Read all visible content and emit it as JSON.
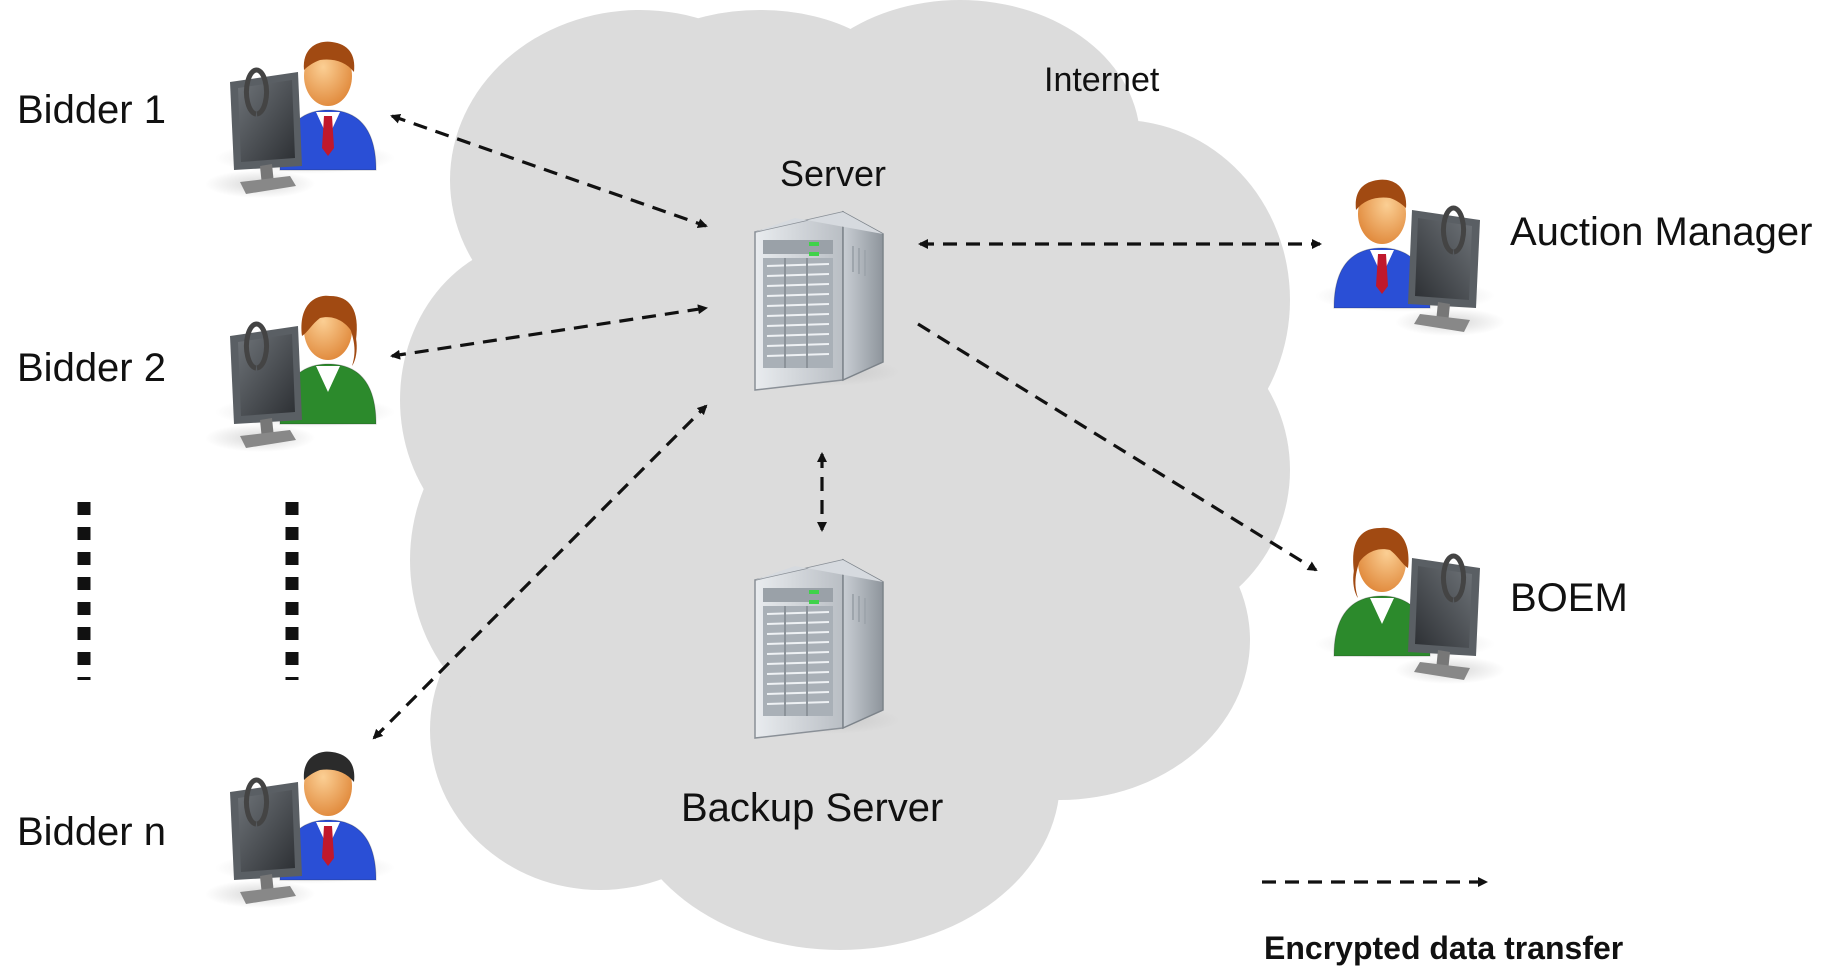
{
  "diagram": {
    "cloud_label": "Internet",
    "server_label": "Server",
    "backup_label": "Backup Server",
    "legend_label": "Encrypted data transfer",
    "bidders": [
      {
        "label": "Bidder 1",
        "icon": "male-user-at-computer-icon"
      },
      {
        "label": "Bidder 2",
        "icon": "female-user-at-computer-icon"
      },
      {
        "label": "Bidder n",
        "icon": "male-user-at-computer-icon"
      }
    ],
    "right_nodes": [
      {
        "label": "Auction Manager",
        "icon": "male-user-at-computer-icon"
      },
      {
        "label": "BOEM",
        "icon": "female-user-at-computer-icon"
      }
    ],
    "colors": {
      "cloud": "#dcdcdc",
      "arrow": "#111111",
      "male_shirt": "#2a4fd6",
      "female_shirt": "#2c8a2c",
      "tie": "#c0182c",
      "hair": "#a14a12",
      "skin": "#f0a95c"
    }
  }
}
